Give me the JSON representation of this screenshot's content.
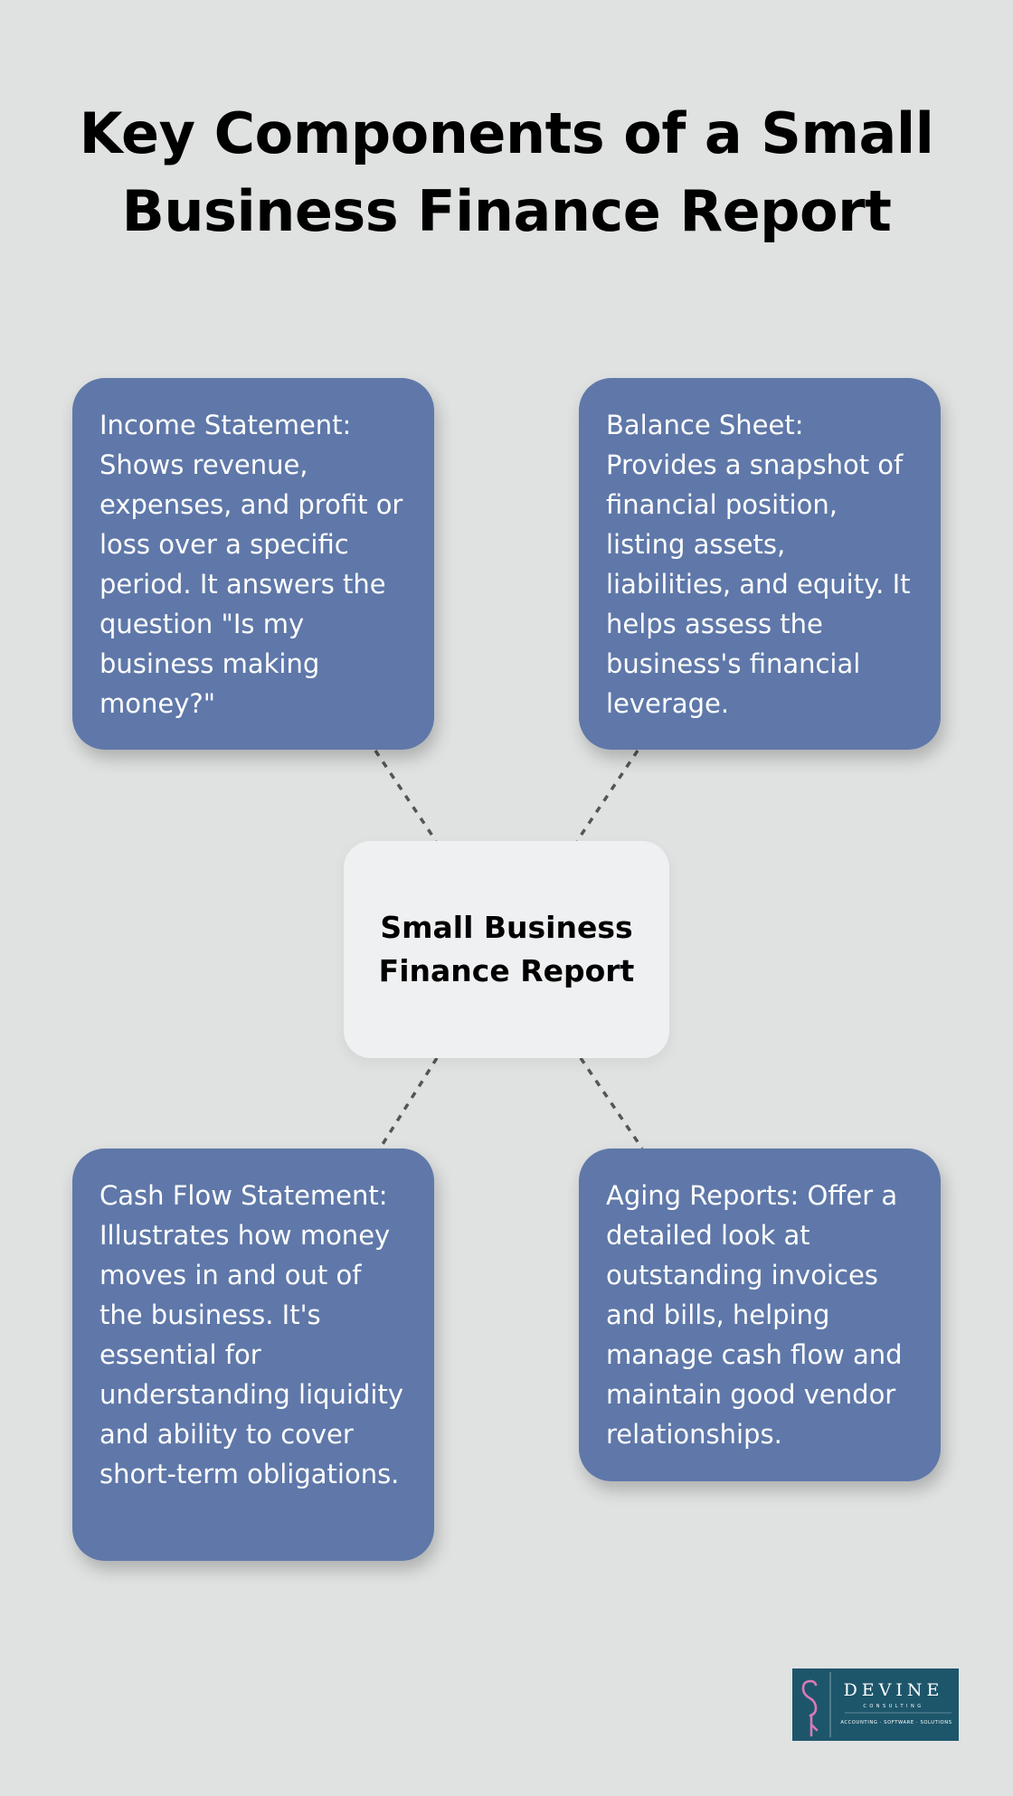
{
  "title": "Key Components of a Small Business Finance Report",
  "center": {
    "label": "Small Business Finance Report"
  },
  "cards": {
    "income_statement": "Income Statement: Shows revenue, expenses, and profit or loss over a specific period. It answers the question \"Is my business making money?\"",
    "balance_sheet": "Balance Sheet: Provides a snapshot of financial position, listing assets, liabilities, and equity. It helps assess the business's financial leverage.",
    "cash_flow_statement": "Cash Flow Statement: Illustrates how money moves in and out of the business. It's essential for understanding liquidity and ability to cover short-term obligations.",
    "aging_reports": "Aging Reports: Offer a detailed look at outstanding invoices and bills, helping manage cash flow and maintain good vendor relationships."
  },
  "logo": {
    "name": "DEVINE",
    "tagline": "CONSULTING",
    "services": "ACCOUNTING · SOFTWARE · SOLUTIONS",
    "icon": "flamingo-icon"
  },
  "colors": {
    "background": "#e0e2e2",
    "card": "#5f78a9",
    "center": "#eff0f2",
    "connector": "#555555",
    "logo_bg": "#1d566b",
    "logo_accent": "#d97bb5"
  }
}
